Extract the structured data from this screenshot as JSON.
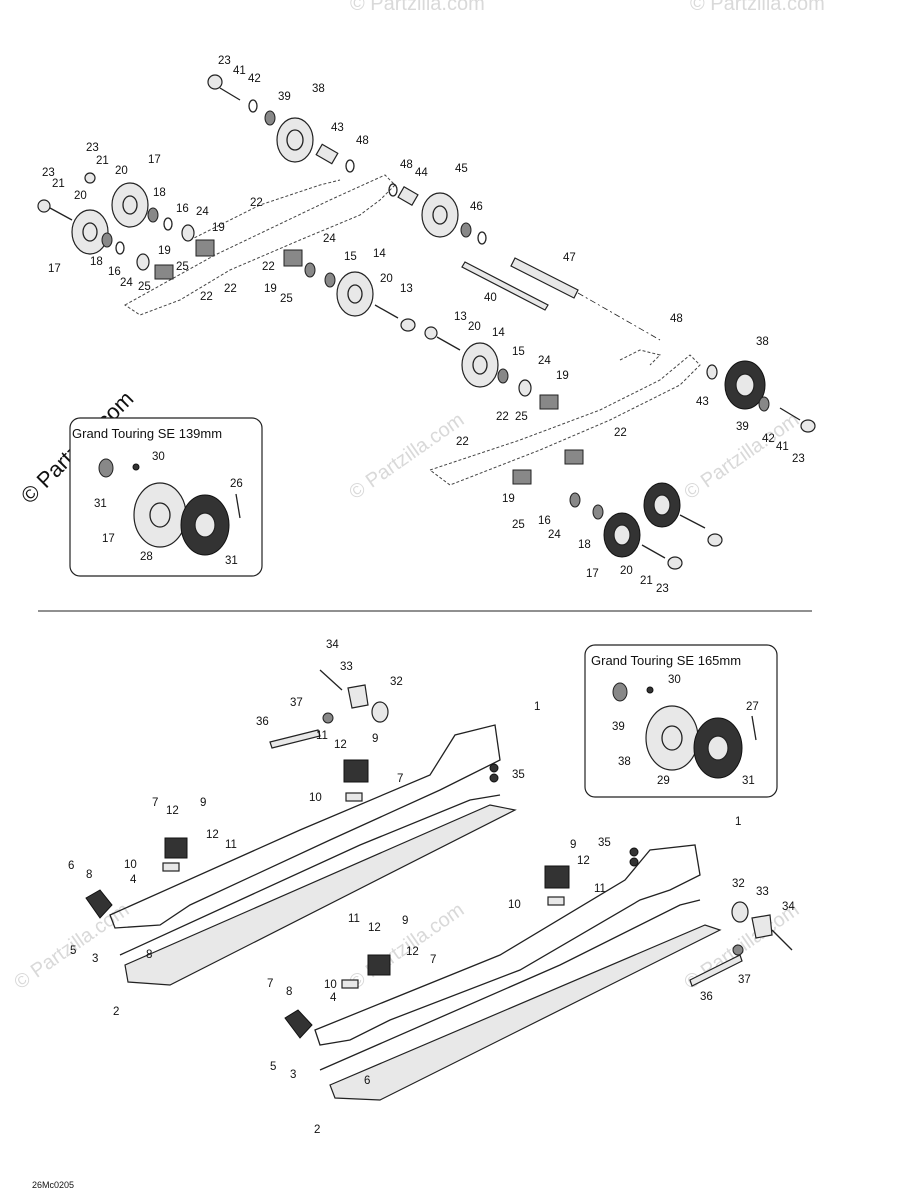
{
  "watermark": {
    "main": "© Partzilla.com",
    "faint": "© Partzilla.com"
  },
  "inset_top": {
    "title": "Grand Touring SE 139mm"
  },
  "inset_bottom": {
    "title": "Grand Touring SE 165mm"
  },
  "drawing_code": "26Mc0205",
  "labels": {
    "top": [
      "23",
      "41",
      "42",
      "39",
      "38",
      "43",
      "48",
      "48",
      "44",
      "45",
      "46",
      "47",
      "40",
      "23",
      "21",
      "17",
      "20",
      "18",
      "16",
      "24",
      "19",
      "22",
      "22",
      "24",
      "15",
      "14",
      "20",
      "13",
      "23",
      "21",
      "20",
      "17",
      "18",
      "16",
      "24",
      "25",
      "19",
      "25",
      "22",
      "22",
      "19",
      "25",
      "38",
      "48",
      "43",
      "39",
      "42",
      "41",
      "23",
      "13",
      "20",
      "14",
      "15",
      "24",
      "19",
      "22",
      "25",
      "22",
      "22",
      "19",
      "25",
      "16",
      "24",
      "18",
      "17",
      "20",
      "21",
      "23"
    ],
    "inset_top": [
      "30",
      "31",
      "26",
      "17",
      "28",
      "31"
    ],
    "bottom": [
      "34",
      "33",
      "32",
      "1",
      "37",
      "36",
      "11",
      "12",
      "9",
      "35",
      "7",
      "10",
      "7",
      "12",
      "9",
      "12",
      "11",
      "6",
      "8",
      "10",
      "4",
      "5",
      "3",
      "8",
      "2",
      "35",
      "9",
      "12",
      "11",
      "1",
      "10",
      "32",
      "33",
      "34",
      "36",
      "37",
      "11",
      "12",
      "9",
      "12",
      "7",
      "10",
      "4",
      "7",
      "8",
      "5",
      "3",
      "6",
      "2"
    ],
    "inset_bottom": [
      "30",
      "39",
      "27",
      "38",
      "29",
      "31"
    ]
  }
}
